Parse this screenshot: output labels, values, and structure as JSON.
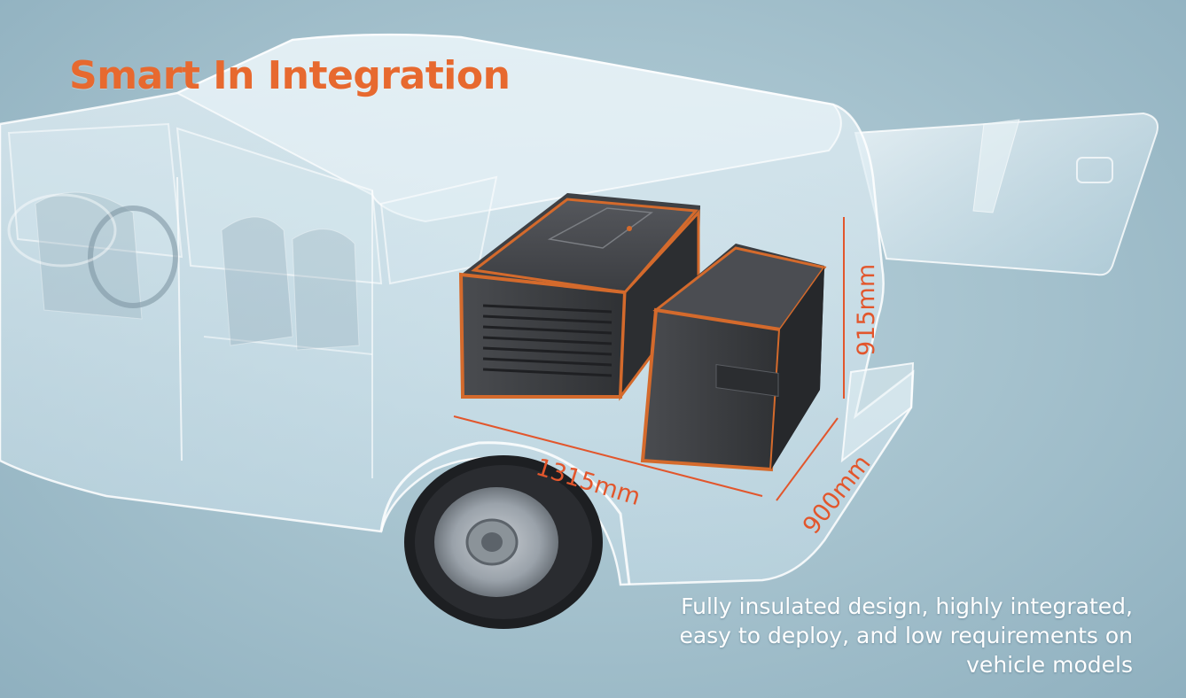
{
  "headline": "Smart In Integration",
  "dimensions": {
    "length": "1315mm",
    "height": "915mm",
    "width": "900mm"
  },
  "caption": {
    "line1": "Fully insulated design, highly integrated,",
    "line2": "easy to deploy, and low requirements on",
    "line3": "vehicle models"
  },
  "colors": {
    "accent": "#e7692f",
    "dimension_line": "#e2562c",
    "background": "#a8c4cf",
    "unit_body": "#3a3a3c",
    "unit_trim": "#d46a2c"
  }
}
